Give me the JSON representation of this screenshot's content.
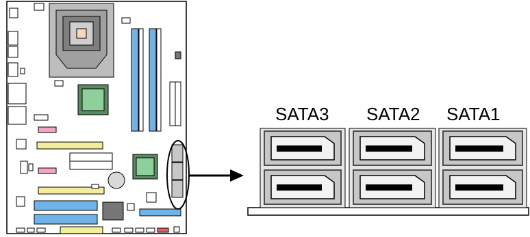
{
  "connectors": [
    {
      "id": "sata3",
      "label": "SATA3"
    },
    {
      "id": "sata2",
      "label": "SATA2"
    },
    {
      "id": "sata1",
      "label": "SATA1"
    }
  ],
  "colors": {
    "dimm": "#6fb3e8",
    "pci_express": "#6fb3e8",
    "pci": "#f3ee9b",
    "pink_slot": "#f5a3c7",
    "chipset": "#8fcf9c",
    "sata_port_fill": "#c7c7c7",
    "sata_port_stroke": "#4d4d4d",
    "port_inner": "#f2f2f2"
  }
}
